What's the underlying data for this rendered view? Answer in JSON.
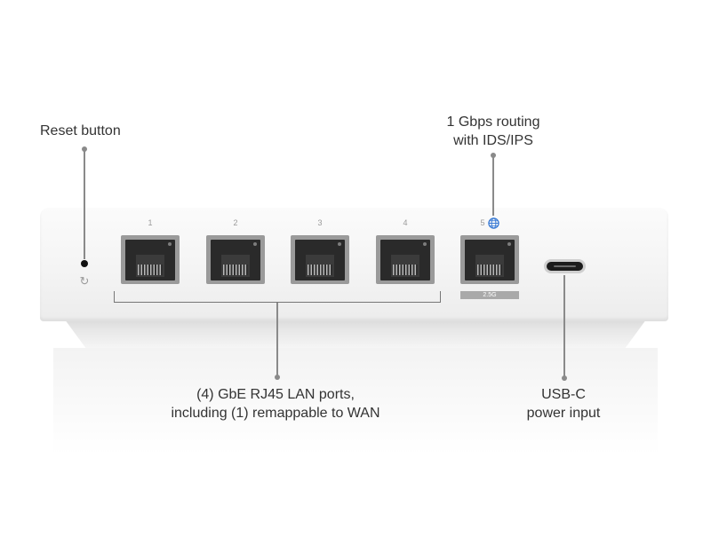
{
  "annotations": {
    "reset": "Reset button",
    "routing_line1": "1 Gbps routing",
    "routing_line2": "with IDS/IPS",
    "lan_line1": "(4) GbE RJ45 LAN ports,",
    "lan_line2": "including (1) remappable to WAN",
    "usbc_line1": "USB-C",
    "usbc_line2": "power input"
  },
  "device": {
    "reset_symbol": "↻",
    "ports": [
      {
        "number": "1"
      },
      {
        "number": "2"
      },
      {
        "number": "3"
      },
      {
        "number": "4"
      },
      {
        "number": "5"
      }
    ],
    "wan_speed_label": "2.5G",
    "wan_icon": "globe-icon"
  },
  "colors": {
    "text": "#333333",
    "callout": "#8a8a8a",
    "globe_icon": "#3a7bd5"
  }
}
